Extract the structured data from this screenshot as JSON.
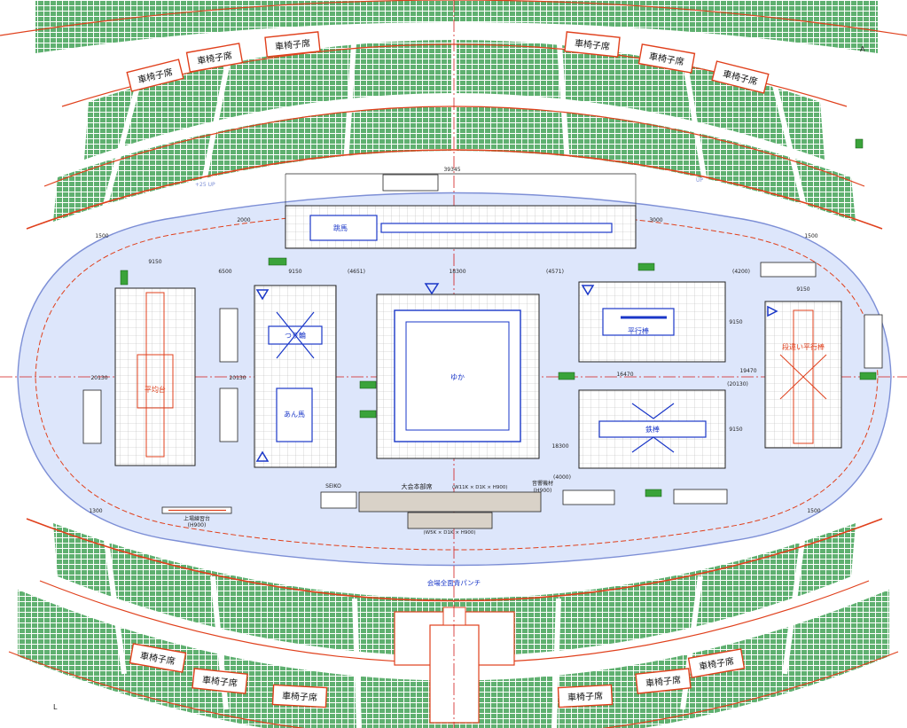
{
  "colors": {
    "seat_green": "#5fb070",
    "seat_grid": "#ffffff",
    "rail_red": "#e0401c",
    "arena_blue": "#dde6fb",
    "outline_blue": "#7d8fd6",
    "equipment_blue": "#1a37c8",
    "grid_grey": "#a9a9a9",
    "center_line": "#d21b1b"
  },
  "wheelchair_label": "車椅子席",
  "dimensions": {
    "overall_width": "39345",
    "left_width": "9150",
    "spacing_6500": "6500",
    "mid_width": "9150",
    "gap_4651": "(4651)",
    "floor_width": "18300",
    "gap_4571": "(4571)",
    "right_gap": "(4200)",
    "right_width": "9150",
    "depth_20130_left": "20130",
    "depth_20130_mid": "20130",
    "depth_18300": "18300",
    "depth_9150_top": "9150",
    "depth_9150_bottom": "9150",
    "beam_offset": "16470",
    "dim_4000": "(4000)",
    "dim_20130_right": "(20130)",
    "dim_19470": "19470",
    "dim_2000": "2000",
    "dim_1500": "1500",
    "dim_3000": "3000",
    "dim_1500b": "1500",
    "dim_1500c": "1500",
    "dim_1300": "1300"
  },
  "apparatus": {
    "vault": "跳馬",
    "floor": "ゆか",
    "rings": "つり輪",
    "pommel": "あん馬",
    "parallel_bars": "平行棒",
    "high_bar": "鉄棒",
    "balance_beam": "段違い平行棒",
    "balance_beam_left": "平均台"
  },
  "labels": {
    "judges_table": "大会本部席",
    "judges_size": "(W11K × D1K × H900)",
    "sub_table_size": "(W5K × D1K × H900)",
    "seiko": "SEIKO",
    "broadcast": "音響機材",
    "broadcast_h": "(H900)",
    "warm_table": "上場練習台",
    "warm_table_h": "(H900)",
    "floor_note": "会場全面青パンチ",
    "up_label": "+25 UP",
    "up_label_r": "UP",
    "section_A": "A",
    "section_L": "L"
  }
}
